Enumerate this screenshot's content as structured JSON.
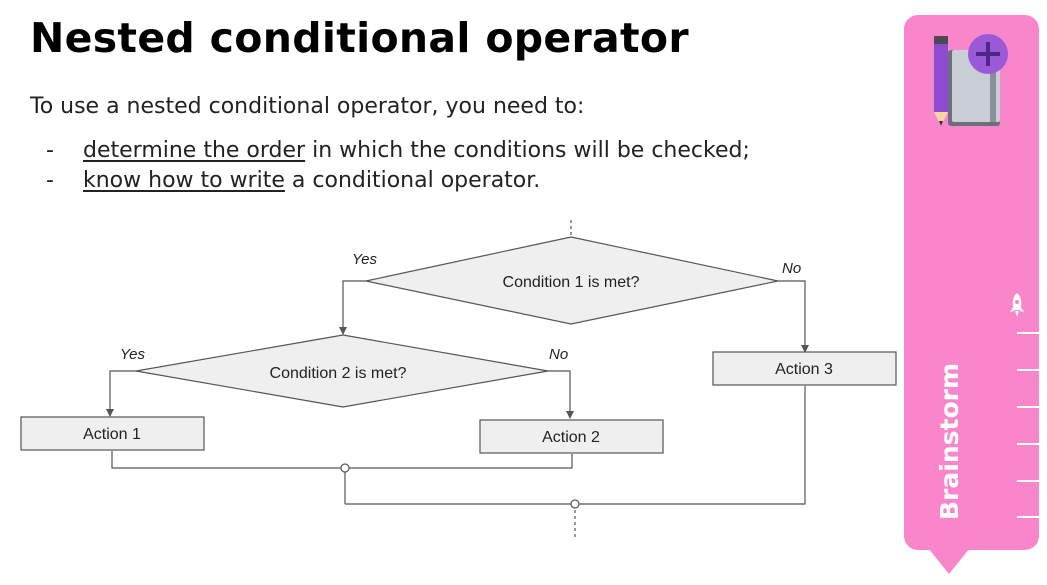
{
  "slide": {
    "title": "Nested conditional operator",
    "intro": "To use a nested conditional operator, you need to:",
    "bullets": [
      {
        "dash": "-",
        "underlined": "determine the order",
        "rest": " in which the conditions will be checked;"
      },
      {
        "dash": "-",
        "underlined": "know how to write",
        "rest": " a conditional operator."
      }
    ]
  },
  "flowchart": {
    "decision1": "Condition 1 is met?",
    "decision2": "Condition 2 is met?",
    "action1": "Action 1",
    "action2": "Action 2",
    "action3": "Action 3",
    "yes1": "Yes",
    "no1": "No",
    "yes2": "Yes",
    "no2": "No"
  },
  "side_panel": {
    "label": "Brainstorm",
    "color": "#f985cb",
    "icons": [
      "notebook-pencil-plus-icon",
      "rocket-icon"
    ]
  },
  "colors": {
    "shape_fill": "#efefef",
    "shape_stroke": "#555555",
    "plus_badge": "#9b59d8"
  }
}
